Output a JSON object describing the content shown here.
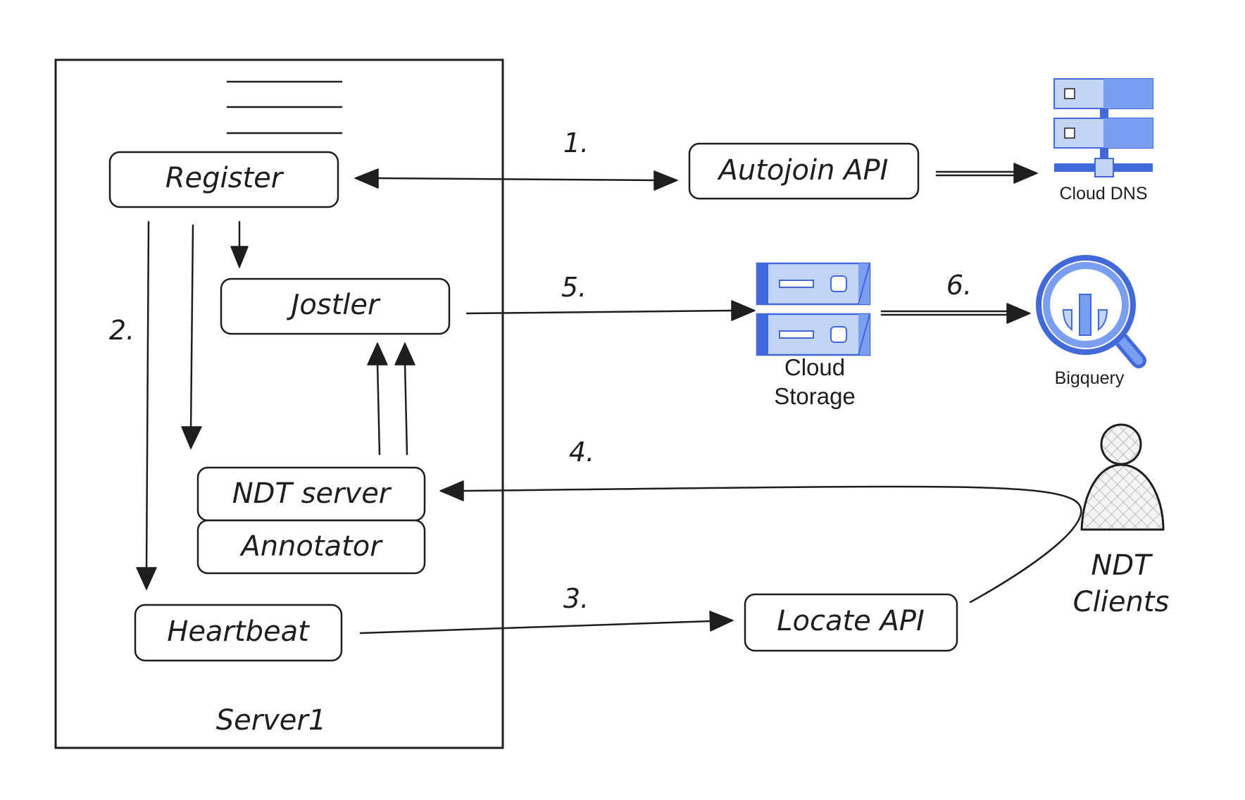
{
  "server": {
    "title": "Server1",
    "register": "Register",
    "jostler": "Jostler",
    "ndt_server": "NDT server",
    "annotator": "Annotator",
    "heartbeat": "Heartbeat"
  },
  "external": {
    "autojoin_api": "Autojoin API",
    "locate_api": "Locate API",
    "cloud_dns": "Cloud DNS",
    "cloud_storage_line1": "Cloud",
    "cloud_storage_line2": "Storage",
    "bigquery": "Bigquery",
    "ndt_clients_line1": "NDT",
    "ndt_clients_line2": "Clients"
  },
  "steps": {
    "s1": "1.",
    "s2": "2.",
    "s3": "3.",
    "s4": "4.",
    "s5": "5.",
    "s6": "6."
  },
  "colors": {
    "icon_light": "#c4d4f5",
    "icon_mid": "#7b9ff0",
    "icon_dark": "#4169d9",
    "stroke": "#1e1e1e"
  }
}
